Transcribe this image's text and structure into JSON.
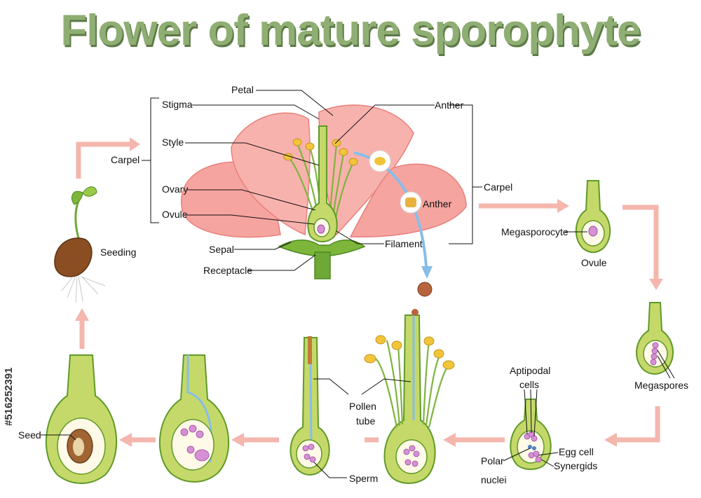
{
  "title": "Flower of mature sporophyte",
  "stock_id": "#516252391",
  "colors": {
    "title": "#8fae73",
    "arrow": "#f4b6ad",
    "petal": "#f6a4a0",
    "green": "#8dbf3a",
    "yellow": "#d7e76a",
    "pollen_arrow": "#88bde8"
  },
  "labels": {
    "petal": "Petal",
    "stigma": "Stigma",
    "style": "Style",
    "ovary": "Ovary",
    "ovule": "Ovule",
    "sepal": "Sepal",
    "receptacle": "Receptacle",
    "anther_top": "Anther",
    "anther_zoom": "Anther",
    "filament": "Filament",
    "carpel_left": "Carpel",
    "carpel_right": "Carpel",
    "seeding": "Seeding",
    "megasporocyte": "Megasporocyte",
    "ovule_stage": "Ovule",
    "megaspores": "Megaspores",
    "aptipodal_1": "Aptipodal",
    "aptipodal_2": "cells",
    "egg_cell": "Egg  cell",
    "polar_1": "Polar",
    "polar_2": "nuclei",
    "synergids": "Synergids",
    "pollen_1": "Pollen",
    "pollen_2": "tube",
    "sperm": "Sperm",
    "seed": "Seed"
  }
}
